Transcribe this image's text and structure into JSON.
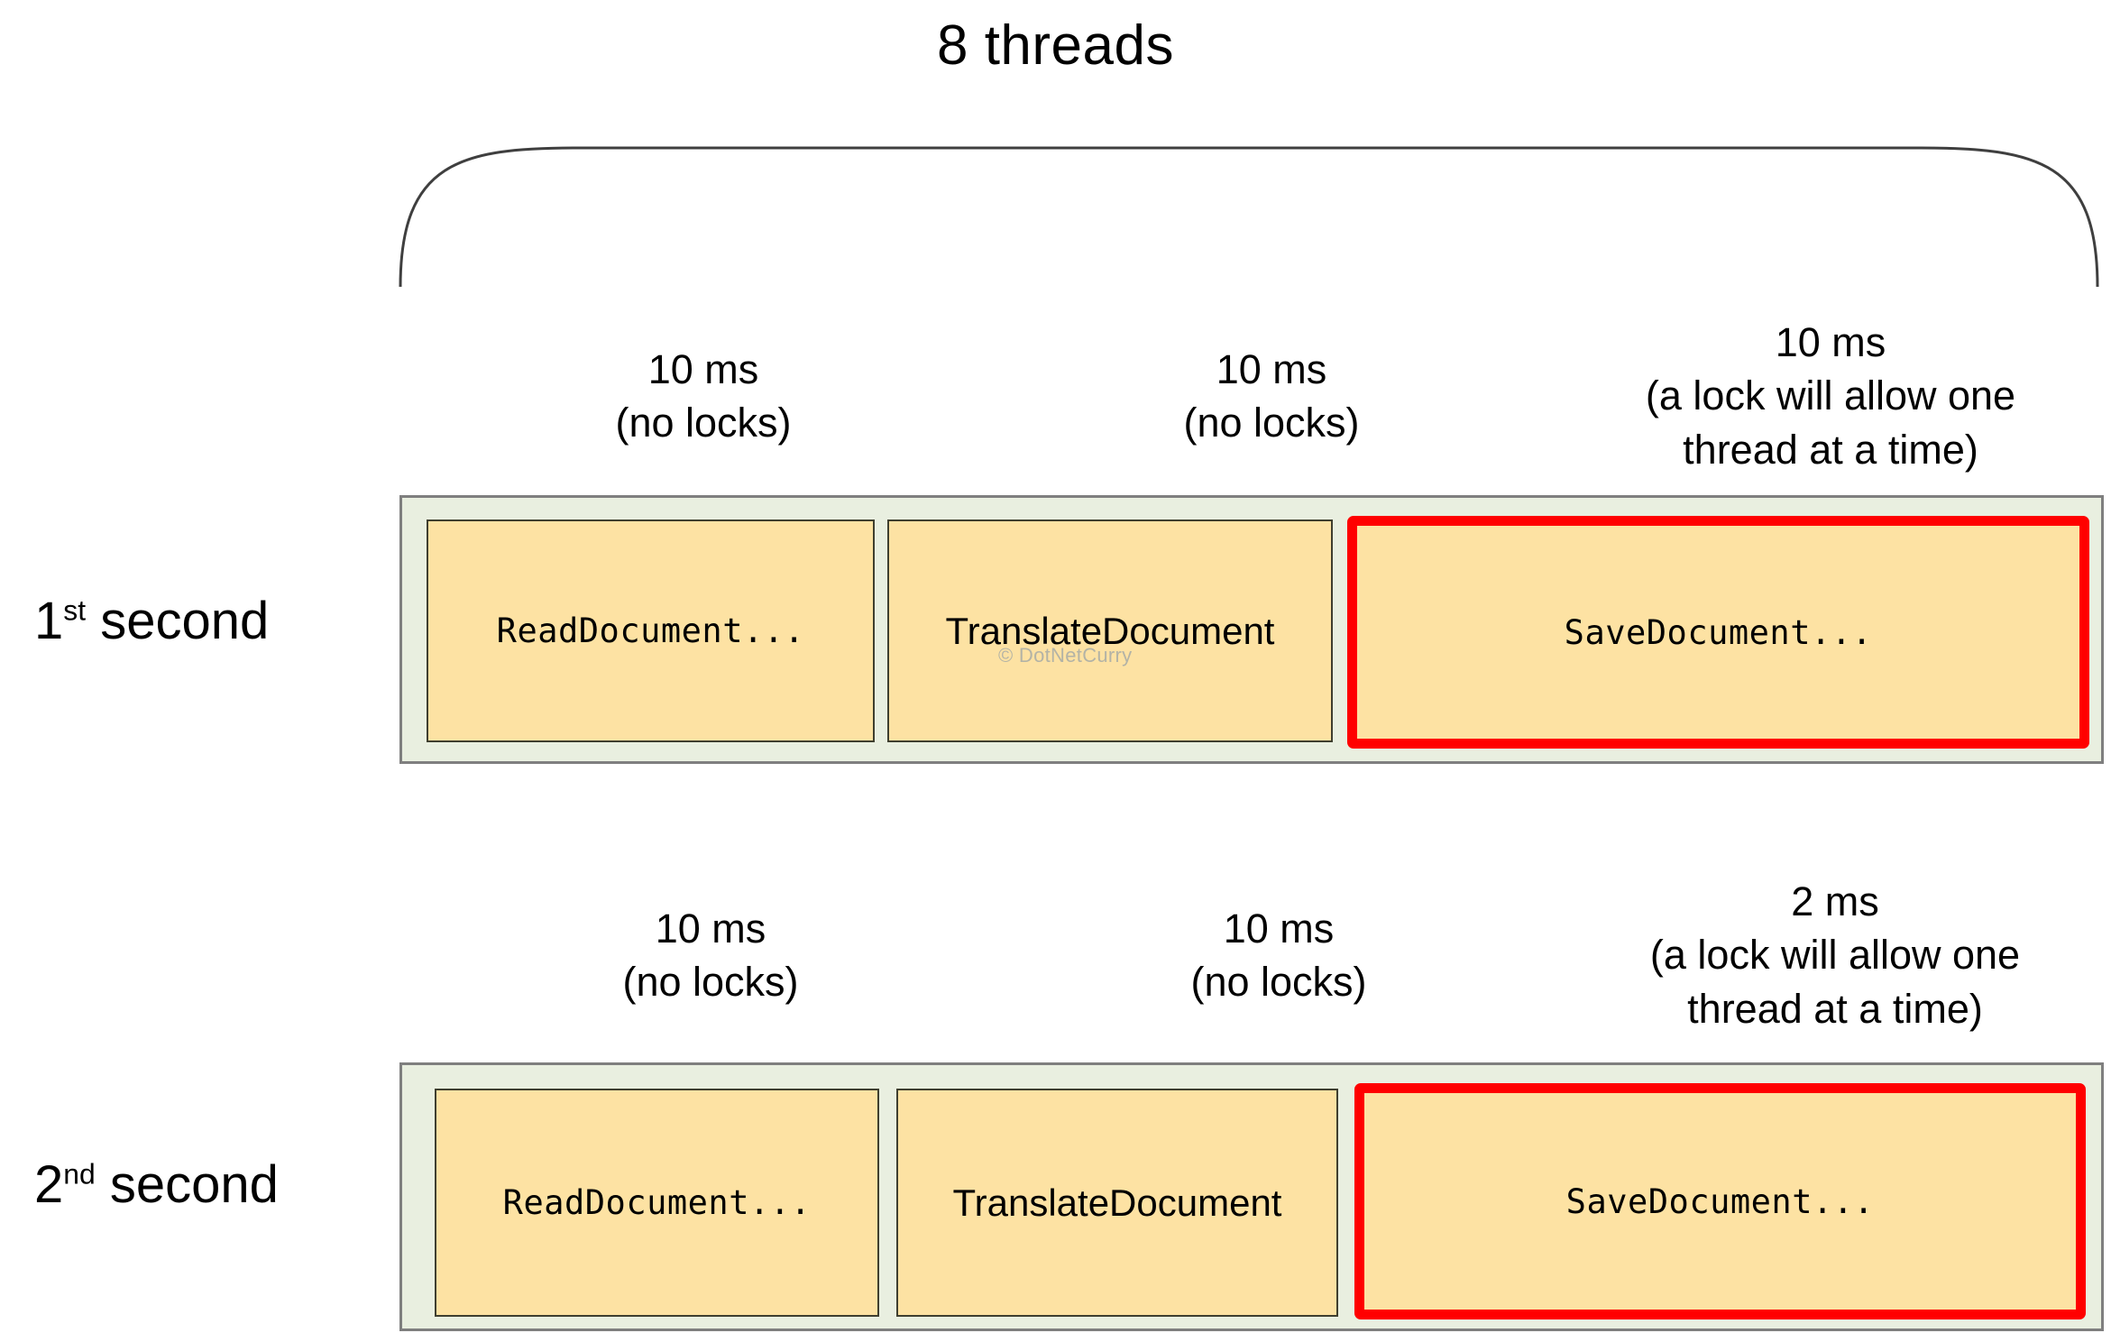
{
  "title": "8 threads",
  "watermark": "© DotNetCurry",
  "rows": [
    {
      "label_number": "1",
      "label_ordinal": "st",
      "label_unit": " second",
      "captions": [
        {
          "duration": "10 ms",
          "note": "(no locks)"
        },
        {
          "duration": "10 ms",
          "note": "(no locks)"
        },
        {
          "duration": "10 ms",
          "note_line1": "(a lock will allow one",
          "note_line2": "thread at a time)"
        }
      ],
      "tasks": [
        {
          "name": "ReadDocument...",
          "locked": "false"
        },
        {
          "name": "TranslateDocument",
          "locked": "false"
        },
        {
          "name": "SaveDocument...",
          "locked": "true"
        }
      ]
    },
    {
      "label_number": "2",
      "label_ordinal": "nd",
      "label_unit": " second",
      "captions": [
        {
          "duration": "10 ms",
          "note": "(no locks)"
        },
        {
          "duration": "10 ms",
          "note": "(no locks)"
        },
        {
          "duration": "2 ms",
          "note_line1": "(a lock will allow one",
          "note_line2": "thread at a time)"
        }
      ],
      "tasks": [
        {
          "name": "ReadDocument...",
          "locked": "false"
        },
        {
          "name": "TranslateDocument",
          "locked": "false"
        },
        {
          "name": "SaveDocument...",
          "locked": "true"
        }
      ]
    }
  ],
  "colors": {
    "lane_fill": "#e9efe0",
    "lane_border": "#7f7f7f",
    "task_fill": "#fde2a3",
    "task_border": "#3f3f2f",
    "lock_highlight": "#ff0000",
    "text": "#000000",
    "watermark": "#b3b3a6"
  }
}
